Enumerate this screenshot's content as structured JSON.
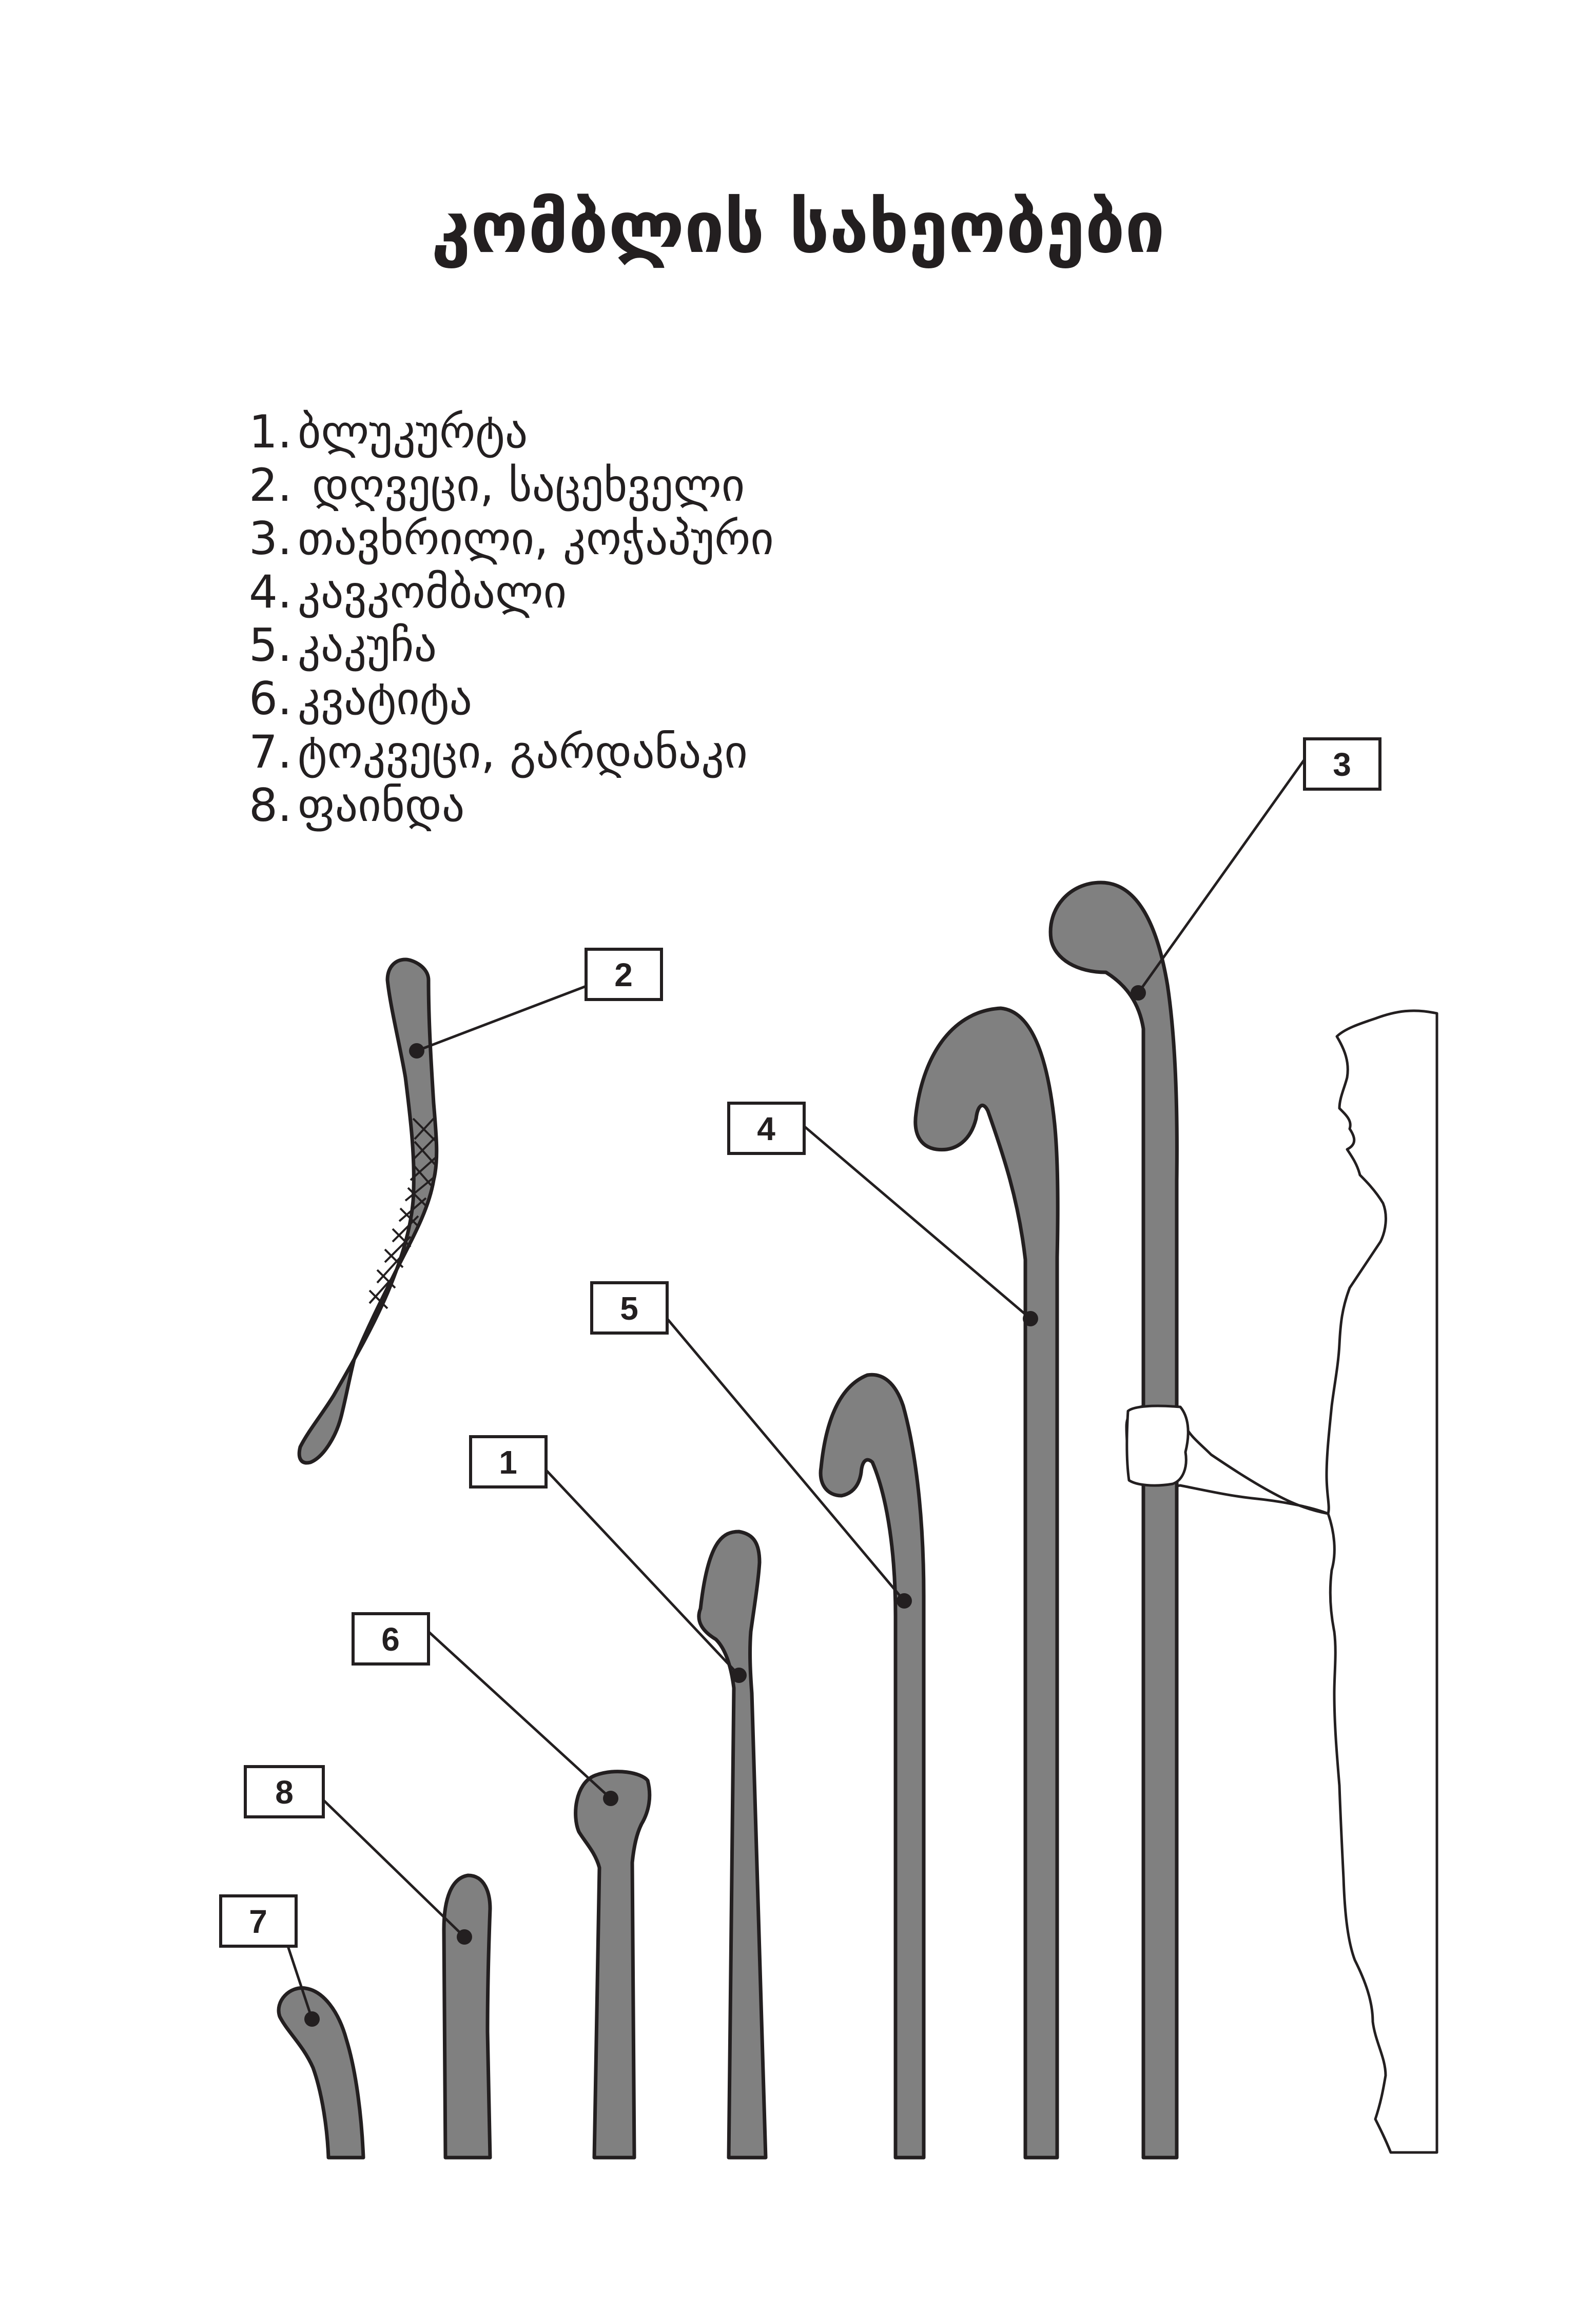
{
  "title": "კომბლის სახეობები",
  "legend": [
    {
      "num": "1.",
      "label": "ბლუკურტა"
    },
    {
      "num": "2.",
      "label": " დღვეცი, საცეხველი"
    },
    {
      "num": "3.",
      "label": "თავხრილი, კოჭაპური"
    },
    {
      "num": "4.",
      "label": "კავკომბალი"
    },
    {
      "num": "5.",
      "label": "კაკუჩა"
    },
    {
      "num": "6.",
      "label": "კვატიტა"
    },
    {
      "num": "7.",
      "label": "ტოკვეცი, გარდანაკი"
    },
    {
      "num": "8.",
      "label": "ფაინდა"
    }
  ],
  "callouts": {
    "c1": "1",
    "c2": "2",
    "c3": "3",
    "c4": "4",
    "c5": "5",
    "c6": "6",
    "c7": "7",
    "c8": "8"
  },
  "colors": {
    "stick_fill": "#808080",
    "outline": "#231f20",
    "background": "#ffffff"
  }
}
